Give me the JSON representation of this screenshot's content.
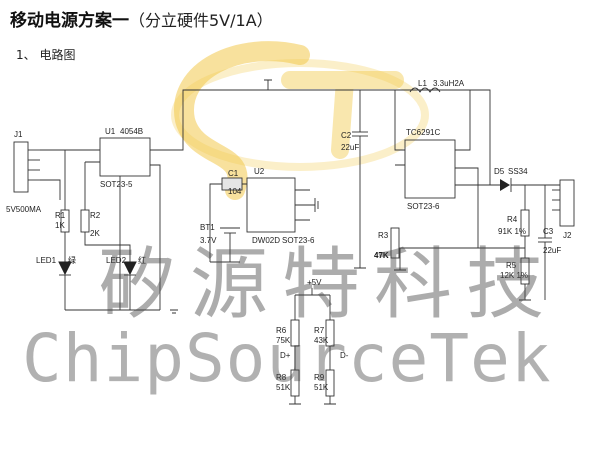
{
  "title": {
    "main": "移动电源方案一",
    "sub": "（分立硬件5V/1A）"
  },
  "section": "1、 电路图",
  "watermark": {
    "cn": "矽源特科技",
    "en": "ChipSourceTek"
  },
  "colors": {
    "logo": "#f2c94c",
    "line": "#333333",
    "watermark": "#464646"
  },
  "labels": {
    "j1": "J1",
    "j1_note": "5V500MA",
    "u1": "U1",
    "u1_part": "4054B",
    "u1_pkg": "SOT23-5",
    "r1": "R1",
    "r1_val": "1K",
    "r2": "R2",
    "r2_val": "2K",
    "led1": "LED1",
    "led1_col": "绿",
    "led2": "LED2",
    "led2_col": "红",
    "c1": "C1",
    "c1_val": "104",
    "u2": "U2",
    "u2_part": "DW02D",
    "u2_pkg": "SOT23-6",
    "bt1": "BT1",
    "bt1_val": "3.7V",
    "c2": "C2",
    "c2_val": "22uF",
    "l1": "L1",
    "l1_val": "3.3uH2A",
    "u3_part": "TC6291C",
    "u3_pkg": "SOT23-6",
    "r3": "R3",
    "r3_val": "47K",
    "d5": "D5",
    "d5_part": "SS34",
    "r4": "R4",
    "r4_val": "91K 1%",
    "r5": "R5",
    "r5_val": "12K 1%",
    "c3": "C3",
    "c3_val": "22uF",
    "j2": "J2",
    "r6": "R6",
    "r6_val": "75K",
    "r7": "R7",
    "r7_val": "43K",
    "r8": "R8",
    "r8_val": "51K",
    "r9": "R9",
    "r9_val": "51K",
    "dp": "D+",
    "dm": "D-",
    "vplus": "+5V"
  }
}
